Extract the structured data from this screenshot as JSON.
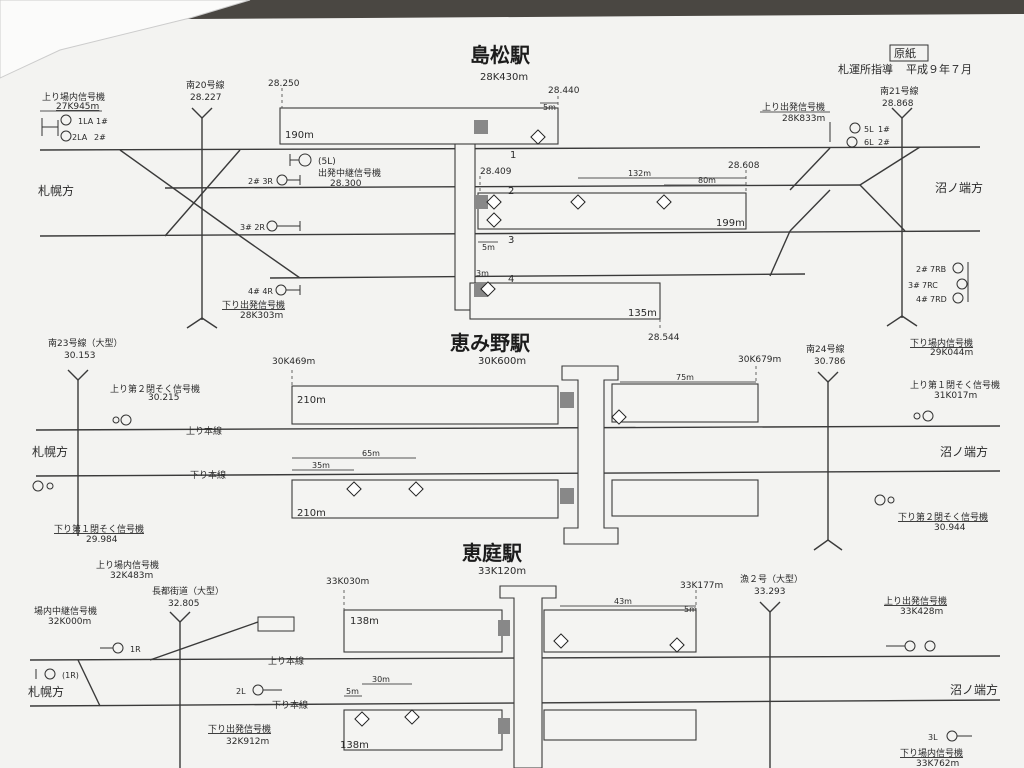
{
  "header": {
    "original_tag": "原紙",
    "office": "札運所指導",
    "date": "平成９年７月"
  },
  "stations": [
    {
      "name": "島松駅",
      "km": "28K430m",
      "direction_left": "札幌方",
      "direction_right": "沼ノ端方",
      "marks": [
        "28.250",
        "28.440",
        "5m",
        "190m",
        "28.409",
        "28.608",
        "132m",
        "80m",
        "199m",
        "5m",
        "3m",
        "135m",
        "28.544"
      ],
      "tracks": [
        "1",
        "2",
        "3",
        "4"
      ],
      "signals": {
        "in_home_up": "上り場内信号機",
        "in_home_up_km": "27K945m",
        "in_home_up_ids": [
          "1LA",
          "1#",
          "2LA",
          "2#"
        ],
        "crossing_left": "南20号線",
        "crossing_left_km": "28.227",
        "shunt": "(5L)",
        "mid_start": "出発中継信号機",
        "mid_start_km": "28.300",
        "sig_3R": "2# 3R",
        "sig_2R": "3# 2R",
        "sig_4R": "4# 4R",
        "down_start": "下り出発信号機",
        "down_start_km": "28K303m",
        "up_start": "上り出発信号機",
        "up_start_km": "28K833m",
        "up_start_ids": [
          "5L",
          "1#",
          "6L",
          "2#"
        ],
        "crossing_right": "南21号線",
        "crossing_right_km": "28.868",
        "down_home_ids": [
          "2#",
          "7RB",
          "3#",
          "7RC",
          "4#",
          "7RD"
        ],
        "down_home": "下り場内信号機",
        "down_home_km": "29K044m"
      }
    },
    {
      "name": "恵み野駅",
      "km": "30K600m",
      "direction_left": "札幌方",
      "direction_right": "沼ノ端方",
      "marks": [
        "30K469m",
        "30K679m",
        "75m",
        "210m",
        "65m",
        "35m",
        "210m"
      ],
      "tracks": [
        "上り本線",
        "下り本線"
      ],
      "signals": {
        "crossing_left": "南23号線（大型）",
        "crossing_left_km": "30.153",
        "block2_up": "上り第２閉そく信号機",
        "block2_up_km": "30.215",
        "block1_down": "下り第１閉そく信号機",
        "block1_down_km": "29.984",
        "crossing_right": "南24号線",
        "crossing_right_km": "30.786",
        "block1_up": "上り第１閉そく信号機",
        "block1_up_km": "31K017m",
        "block2_down": "下り第２閉そく信号機",
        "block2_down_km": "30.944"
      }
    },
    {
      "name": "恵庭駅",
      "km": "33K120m",
      "direction_left": "札幌方",
      "direction_right": "沼ノ端方",
      "marks": [
        "33K030m",
        "33K177m",
        "43m",
        "5m",
        "138m",
        "30m",
        "5m",
        "138m"
      ],
      "tracks": [
        "上り本線",
        "下り本線"
      ],
      "signals": {
        "up_home": "上り場内信号機",
        "up_home_km": "32K483m",
        "home_mid": "場内中継信号機",
        "home_mid_km": "32K000m",
        "crossing_left": "長都街道（大型）",
        "crossing_left_km": "32.805",
        "sig_1R": "1R",
        "shunt_1R": "(1R)",
        "sig_2L": "2L",
        "down_start": "下り出発信号機",
        "down_start_km": "32K912m",
        "crossing_right": "漁２号（大型）",
        "crossing_right_km": "33.293",
        "up_start": "上り出発信号機",
        "up_start_km": "33K428m",
        "sig_3L": "3L",
        "down_home": "下り場内信号機",
        "down_home_km": "33K762m"
      }
    }
  ],
  "colors": {
    "paper": "#f3f3f1",
    "ink": "#2a2a2a",
    "background": "#4a4742"
  }
}
